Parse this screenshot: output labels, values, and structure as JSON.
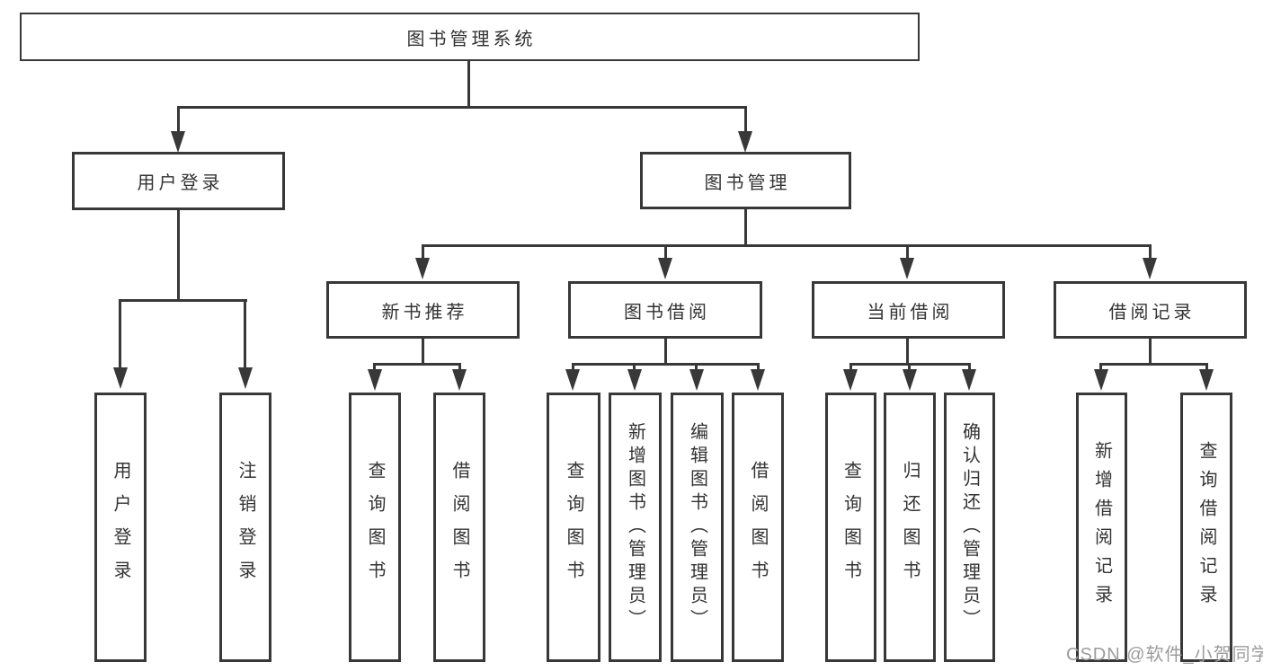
{
  "colors": {
    "line": "#383838",
    "box_border": "#383838",
    "text": "#333333",
    "watermark": "#9c9c9c",
    "background": "#ffffff"
  },
  "watermark": {
    "text": "CSDN @软件_小贺同学"
  },
  "tree": {
    "root": {
      "label": "图书管理系统"
    },
    "branches": [
      {
        "label": "用户登录",
        "children": [
          {
            "label": "用户登录"
          },
          {
            "label": "注销登录"
          }
        ]
      },
      {
        "label": "图书管理",
        "children": [
          {
            "label": "新书推荐",
            "children": [
              {
                "label": "查询图书"
              },
              {
                "label": "借阅图书"
              }
            ]
          },
          {
            "label": "图书借阅",
            "children": [
              {
                "label": "查询图书"
              },
              {
                "label": "新增图书（管理员）"
              },
              {
                "label": "编辑图书（管理员）"
              },
              {
                "label": "借阅图书"
              }
            ]
          },
          {
            "label": "当前借阅",
            "children": [
              {
                "label": "查询图书"
              },
              {
                "label": "归还图书"
              },
              {
                "label": "确认归还（管理员）"
              }
            ]
          },
          {
            "label": "借阅记录",
            "children": [
              {
                "label": "新增借阅记录"
              },
              {
                "label": "查询借阅记录"
              }
            ]
          }
        ]
      }
    ]
  }
}
